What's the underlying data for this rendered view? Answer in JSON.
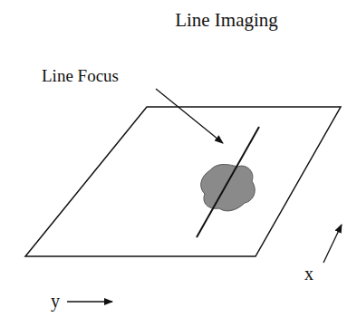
{
  "diagram": {
    "title": "Line Imaging",
    "labels": [
      "Line Focus",
      "x",
      "y"
    ]
  }
}
